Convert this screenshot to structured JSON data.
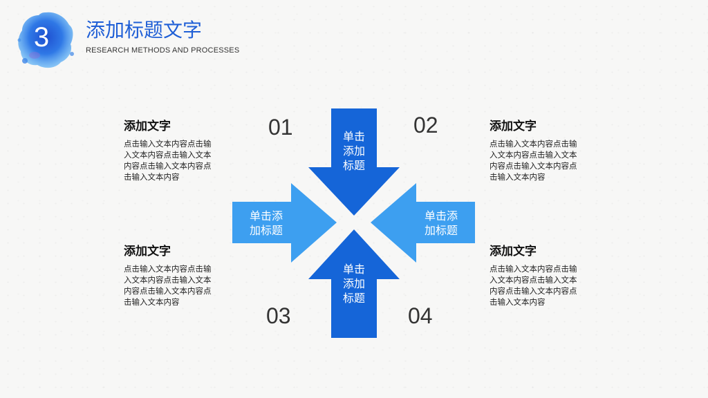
{
  "header": {
    "section_number": "3",
    "title": "添加标题文字",
    "subtitle": "RESEARCH METHODS AND PROCESSES"
  },
  "diagram": {
    "arrows": {
      "top": "单击\n添加\n标题",
      "bottom": "单击\n添加\n标题",
      "left": "单击添\n加标题",
      "right": "单击添\n加标题"
    },
    "numbers": [
      "01",
      "02",
      "03",
      "04"
    ]
  },
  "blocks": [
    {
      "title": "添加文字",
      "body": "点击输入文本内容点击输入文本内容点击输入文本内容点击输入文本内容点击输入文本内容"
    },
    {
      "title": "添加文字",
      "body": "点击输入文本内容点击输入文本内容点击输入文本内容点击输入文本内容点击输入文本内容"
    },
    {
      "title": "添加文字",
      "body": "点击输入文本内容点击输入文本内容点击输入文本内容点击输入文本内容点击输入文本内容"
    },
    {
      "title": "添加文字",
      "body": "点击输入文本内容点击输入文本内容点击输入文本内容点击输入文本内容点击输入文本内容"
    }
  ],
  "colors": {
    "dark_blue": "#1565d8",
    "light_blue": "#3d9ff0",
    "title_blue": "#1f5fd6",
    "badge_blue": "#2d6fe0"
  }
}
